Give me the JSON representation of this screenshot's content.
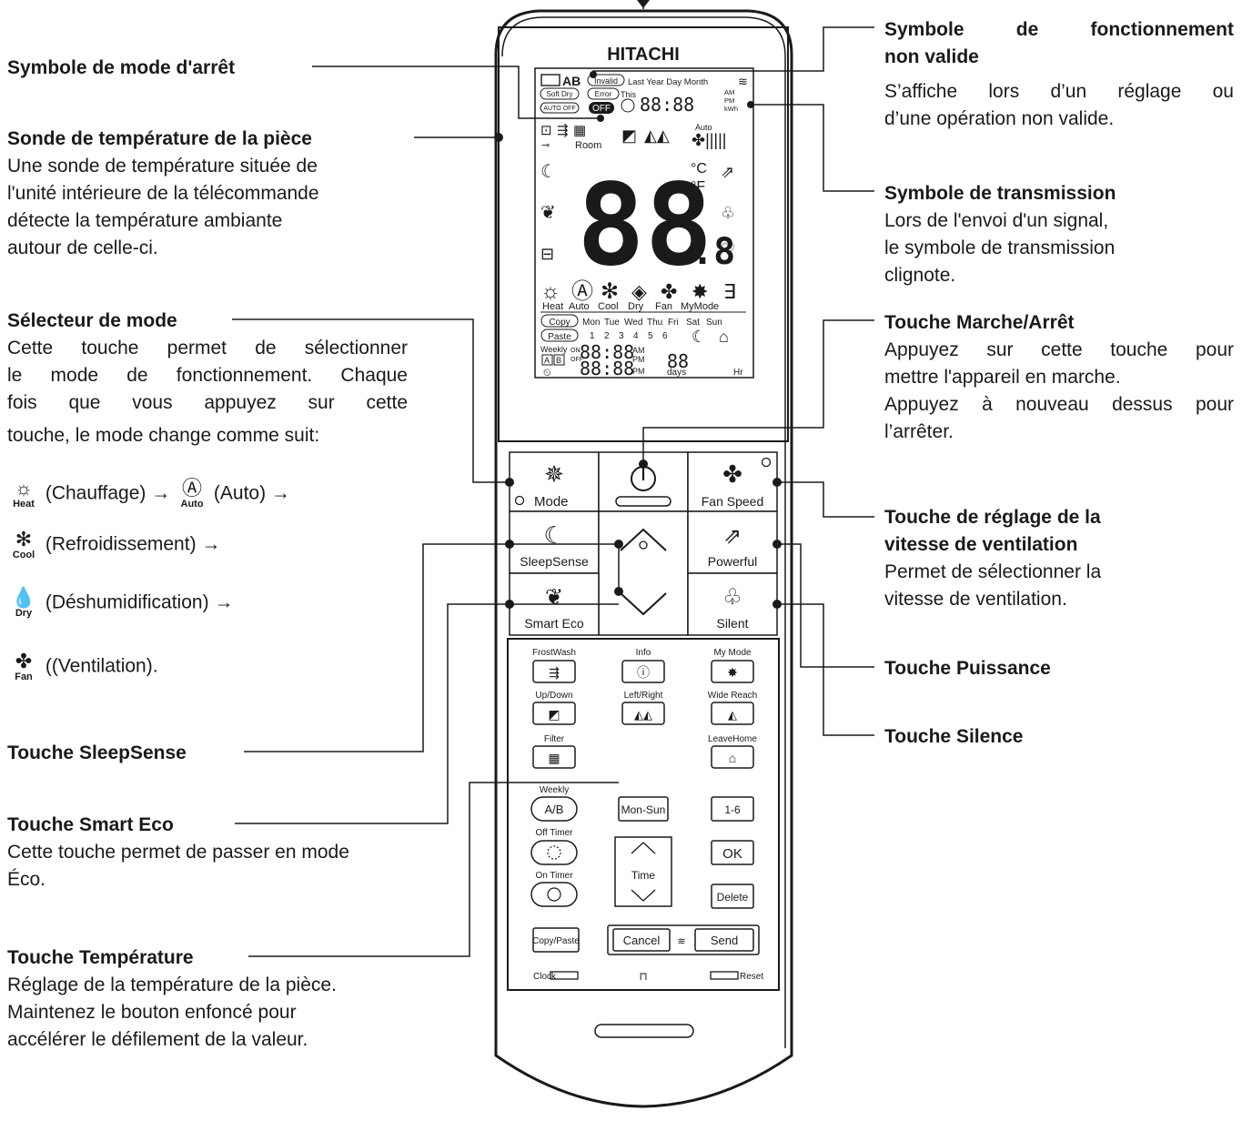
{
  "annotations": {
    "stop_symbol": {
      "title": "Symbole de mode d'arrêt"
    },
    "room_sensor": {
      "title": "Sonde de température de la pièce",
      "desc": [
        "Une sonde de température située de",
        "l'unité intérieure de la télécommande",
        "détecte la température ambiante",
        "autour de celle-ci."
      ]
    },
    "mode_selector": {
      "title": "Sélecteur de mode",
      "desc": [
        "Cette touche permet de sélectionner",
        "le mode de fonctionnement. Chaque",
        "fois que vous appuyez sur cette",
        "touche, le mode change comme suit:"
      ]
    },
    "mode_sequence": [
      {
        "icon": "☼",
        "icon_label": "Heat",
        "text": "(Chauffage) →"
      },
      {
        "icon": "Ⓐ",
        "icon_label": "Auto",
        "text": "(Auto) →"
      },
      {
        "icon": "✻",
        "icon_label": "Cool",
        "text": "(Refroidissement)  →"
      },
      {
        "icon": "💧",
        "icon_label": "Dry",
        "text": "(Déshumidification) →"
      },
      {
        "icon": "✤",
        "icon_label": "Fan",
        "text": "((Ventilation)."
      }
    ],
    "sleepsense": {
      "title": "Touche SleepSense"
    },
    "smart_eco": {
      "title": "Touche Smart Eco",
      "desc": [
        "Cette touche permet de passer en mode",
        "Éco."
      ]
    },
    "temperature": {
      "title": "Touche Température",
      "desc": [
        "Réglage de la température de la pièce.",
        "Maintenez le bouton enfoncé pour",
        "accélérer le défilement de la valeur."
      ]
    },
    "invalid_symbol": {
      "title": [
        "Symbole de fonctionnement",
        "non valide"
      ],
      "desc": [
        "S’affiche lors d’un réglage ou",
        "d’une opération non valide."
      ]
    },
    "transmission": {
      "title": "Symbole de transmission",
      "desc": [
        "Lors de l'envoi d'un signal,",
        "le symbole de transmission",
        "clignote."
      ]
    },
    "power": {
      "title": "Touche Marche/Arrêt",
      "desc": [
        "Appuyez sur cette touche pour",
        "mettre l'appareil en marche.",
        "Appuyez à nouveau dessus pour",
        "l’arrêter."
      ]
    },
    "fan_speed": {
      "title": [
        "Touche de réglage de la",
        "vitesse de ventilation"
      ],
      "desc": [
        "Permet de sélectionner la",
        "vitesse de ventilation."
      ]
    },
    "powerful": {
      "title": "Touche Puissance"
    },
    "silent": {
      "title": "Touche Silence"
    }
  },
  "remote": {
    "brand": "HITACHI",
    "lcd": {
      "battery_ab": "AB",
      "invalid": "Invalid",
      "period": "Last Year Day Month",
      "soft_dry": "Soft Dry",
      "error": "Error",
      "this": "This",
      "auto_off": "AUTO OFF",
      "off": "OFF",
      "clock_digits": "88:88",
      "ampm": [
        "AM",
        "PM",
        "kWh"
      ],
      "room": "Room",
      "auto": "Auto",
      "big_temp": "88",
      "decimal": ".8",
      "celsius": "°C",
      "fahrenheit": "°F",
      "modes": [
        "Heat",
        "Auto",
        "Cool",
        "Dry",
        "Fan",
        "MyMode"
      ],
      "copy": "Copy",
      "paste": "Paste",
      "days": [
        "Mon",
        "Tue",
        "Wed",
        "Thu",
        "Fri",
        "Sat",
        "Sun"
      ],
      "day_numbers": [
        "1",
        "2",
        "3",
        "4",
        "5",
        "6"
      ],
      "weekly": "Weekly",
      "on": "ON",
      "off_small": "OFF",
      "timer1": "88:88",
      "timer2": "88:88",
      "am": "AM",
      "pm": "PM",
      "days_label": "days",
      "hr": "Hr",
      "days_digits": "88",
      "ab": [
        "A",
        "B"
      ]
    },
    "buttons": {
      "mode": "Mode",
      "fan_speed": "Fan Speed",
      "sleepsense": "SleepSense",
      "powerful": "Powerful",
      "smart_eco": "Smart Eco",
      "silent": "Silent"
    },
    "lower": {
      "frostwash": "FrostWash",
      "info": "Info",
      "my_mode": "My Mode",
      "up_down": "Up/Down",
      "left_right": "Left/Right",
      "wide_reach": "Wide Reach",
      "filter": "Filter",
      "leave_home": "LeaveHome",
      "weekly": "Weekly",
      "ab": "A/B",
      "mon_sun": "Mon-Sun",
      "one_six": "1-6",
      "off_timer": "Off Timer",
      "ok": "OK",
      "time": "Time",
      "on_timer": "On Timer",
      "delete": "Delete",
      "copy_paste": "Copy/Paste",
      "cancel": "Cancel",
      "send": "Send",
      "clock": "Clock",
      "reset": "Reset"
    }
  }
}
